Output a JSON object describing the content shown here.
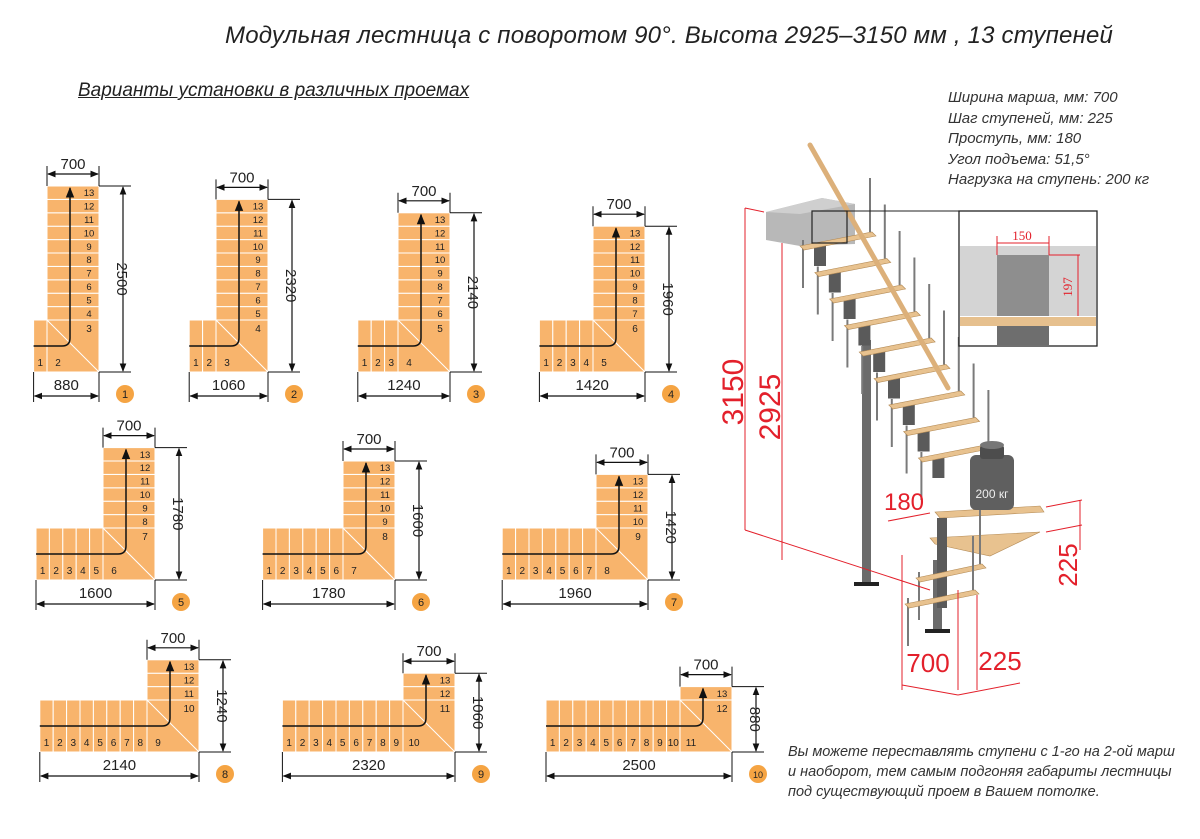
{
  "title": "Модульная лестница с поворотом 90°. Высота 2925–3150 мм , 13 ступеней",
  "subtitle": "Варианты установки в различных проемах",
  "specs": [
    "Ширина марша, мм: 700",
    "Шаг ступеней, мм: 225",
    "Проступь, мм: 180",
    "Угол подъема: 51,5°",
    "Нагрузка на ступень: 200 кг"
  ],
  "note": [
    "Вы можете переставлять ступени с 1-го на 2-ой марш",
    "и наоборот, тем самым подгоняя габариты лестницы",
    "под существующий проем в Вашем потолке."
  ],
  "steps_total": 13,
  "flight_width_label": "700",
  "variants": [
    {
      "number": "1",
      "width": "880",
      "height": "2500",
      "first_flight_steps": 1
    },
    {
      "number": "2",
      "width": "1060",
      "height": "2320",
      "first_flight_steps": 2
    },
    {
      "number": "3",
      "width": "1240",
      "height": "2140",
      "first_flight_steps": 3
    },
    {
      "number": "4",
      "width": "1420",
      "height": "1960",
      "first_flight_steps": 4
    },
    {
      "number": "5",
      "width": "1600",
      "height": "1780",
      "first_flight_steps": 5
    },
    {
      "number": "6",
      "width": "1780",
      "height": "1600",
      "first_flight_steps": 6
    },
    {
      "number": "7",
      "width": "1960",
      "height": "1420",
      "first_flight_steps": 7
    },
    {
      "number": "8",
      "width": "2140",
      "height": "1240",
      "first_flight_steps": 8
    },
    {
      "number": "9",
      "width": "2320",
      "height": "1060",
      "first_flight_steps": 9
    },
    {
      "number": "10",
      "width": "2500",
      "height": "880",
      "first_flight_steps": 10
    }
  ],
  "render": {
    "dims": {
      "total_height": "3150",
      "floor_height": "2925",
      "tread": "180",
      "rise": "225",
      "width": "700",
      "offset": "225",
      "bracket_width": "150",
      "bracket_height": "197"
    },
    "weight_label": "200 кг"
  },
  "colors": {
    "step_fill": "#F8B46C",
    "badge": "#F5A443",
    "dimension_red": "#E3202B"
  }
}
